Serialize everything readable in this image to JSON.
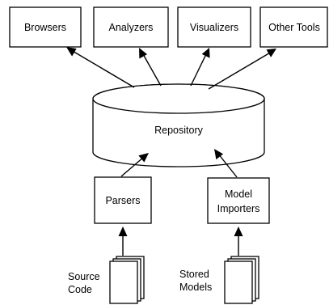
{
  "tools": {
    "browsers": "Browsers",
    "analyzers": "Analyzers",
    "visualizers": "Visualizers",
    "other_tools": "Other Tools"
  },
  "repository": "Repository",
  "parsers": "Parsers",
  "model_importers": {
    "line1": "Model",
    "line2": "Importers"
  },
  "source_code": {
    "line1": "Source",
    "line2": "Code"
  },
  "stored_models": {
    "line1": "Stored",
    "line2": "Models"
  }
}
